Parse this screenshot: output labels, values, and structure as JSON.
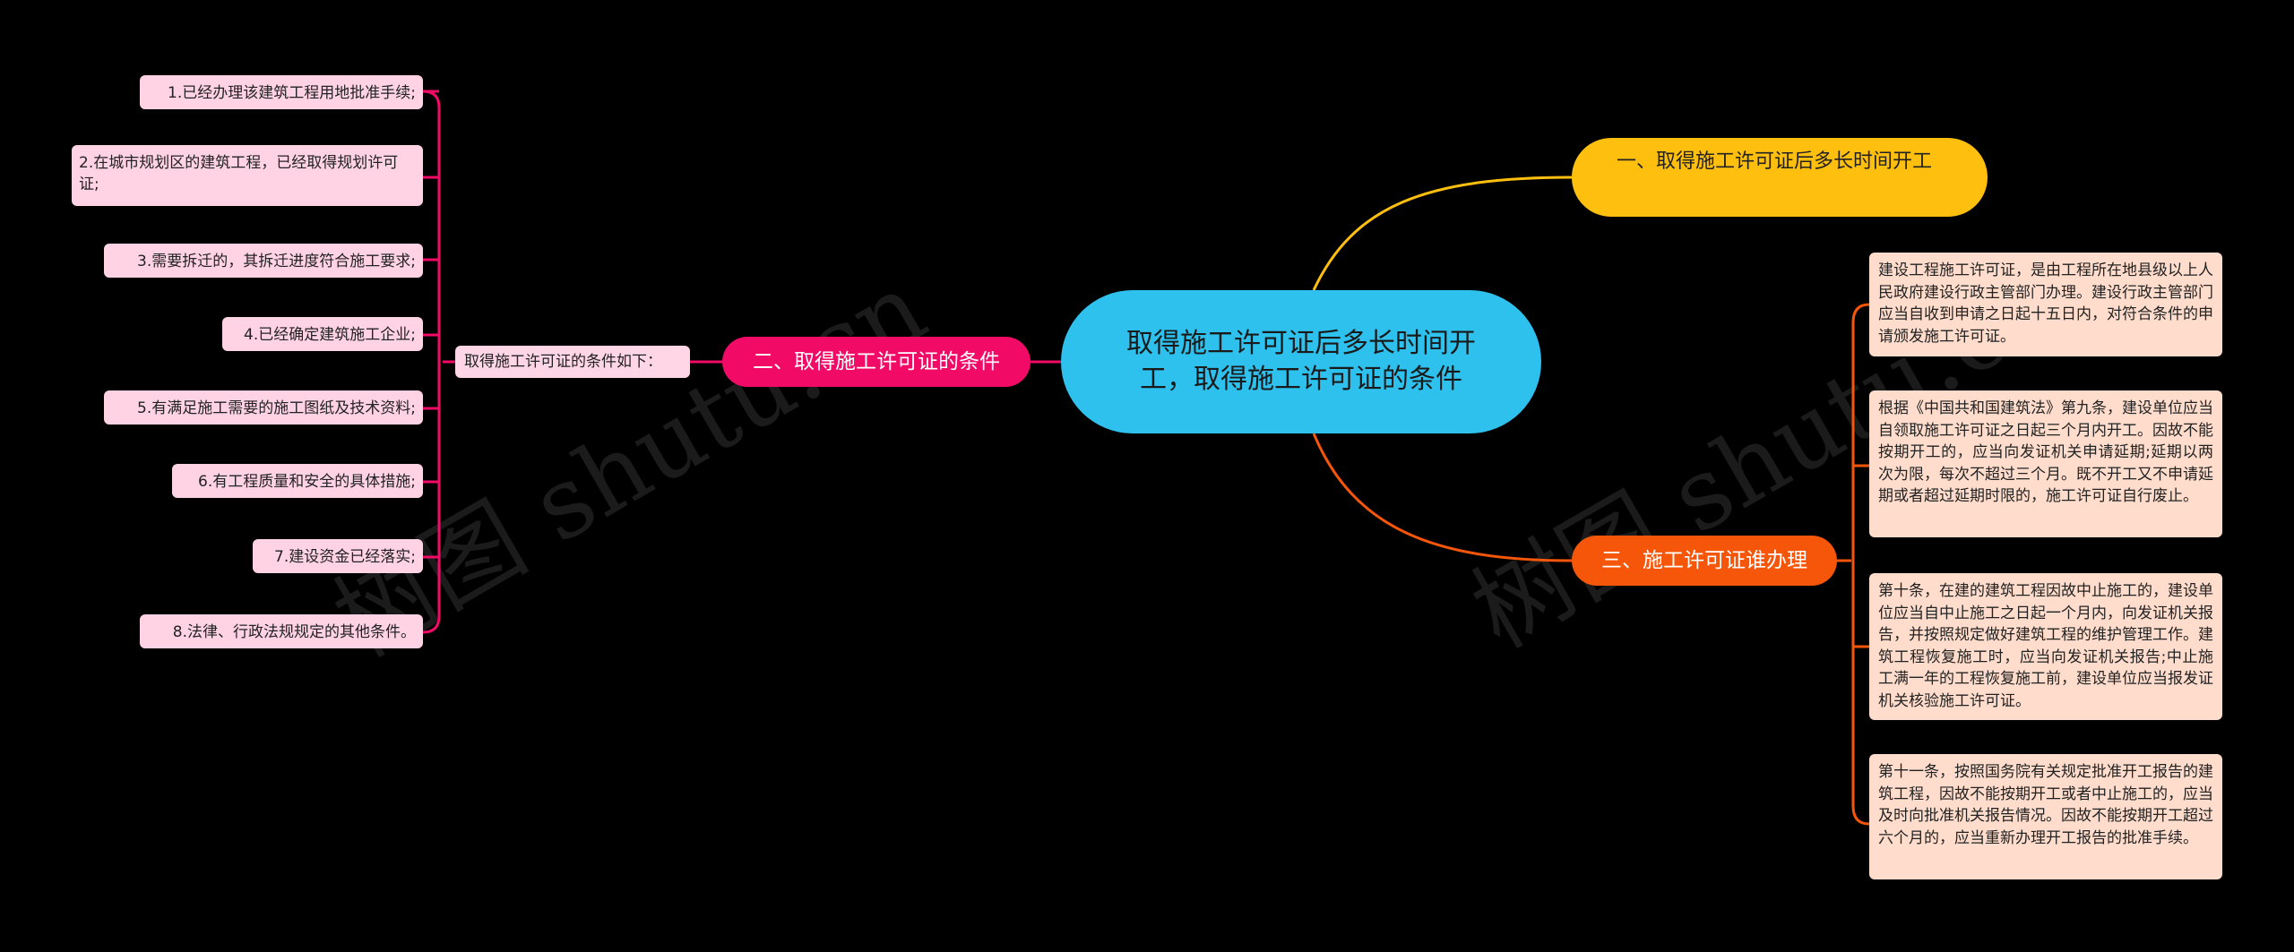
{
  "colors": {
    "background": "#000000",
    "center": "#2ec1ee",
    "branch1": "#ffbf0f",
    "branch2": "#f10b67",
    "branch3": "#f5560a",
    "left_leaf": "#ffd3e4",
    "right_leaf": "#ffdccb"
  },
  "watermark": "树图 shutu.cn",
  "center": {
    "title": "取得施工许可证后多长时间开工，取得施工许可证的条件"
  },
  "branch1": {
    "label": "一、取得施工许可证后多长时间开工"
  },
  "branch2": {
    "label": "二、取得施工许可证的条件",
    "sub_label": "取得施工许可证的条件如下：",
    "items": [
      "1.已经办理该建筑工程用地批准手续;",
      "2.在城市规划区的建筑工程，已经取得规划许可证;",
      "3.需要拆迁的，其拆迁进度符合施工要求;",
      "4.已经确定建筑施工企业;",
      "5.有满足施工需要的施工图纸及技术资料;",
      "6.有工程质量和安全的具体措施;",
      "7.建设资金已经落实;",
      "8.法律、行政法规规定的其他条件。"
    ]
  },
  "branch3": {
    "label": "三、施工许可证谁办理",
    "items": [
      "建设工程施工许可证，是由工程所在地县级以上人民政府建设行政主管部门办理。建设行政主管部门应当自收到申请之日起十五日内，对符合条件的申请颁发施工许可证。",
      "根据《中国共和国建筑法》第九条，建设单位应当自领取施工许可证之日起三个月内开工。因故不能按期开工的，应当向发证机关申请延期;延期以两次为限，每次不超过三个月。既不开工又不申请延期或者超过延期时限的，施工许可证自行废止。",
      "第十条，在建的建筑工程因故中止施工的，建设单位应当自中止施工之日起一个月内，向发证机关报告，并按照规定做好建筑工程的维护管理工作。建筑工程恢复施工时，应当向发证机关报告;中止施工满一年的工程恢复施工前，建设单位应当报发证机关核验施工许可证。",
      "第十一条，按照国务院有关规定批准开工报告的建筑工程，因故不能按期开工或者中止施工的，应当及时向批准机关报告情况。因故不能按期开工超过六个月的，应当重新办理开工报告的批准手续。"
    ]
  }
}
